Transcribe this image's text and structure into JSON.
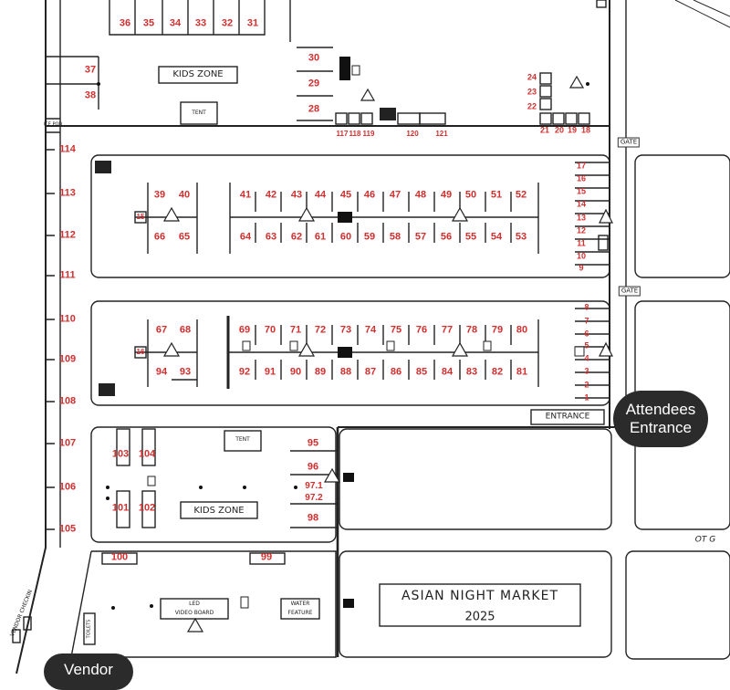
{
  "map_labels": {
    "kids_zone_top": "KIDS ZONE",
    "kids_zone_bottom": "KIDS ZONE",
    "tent_top": "TENT",
    "tent_middle": "TENT",
    "gate_top": "GATE",
    "gate_middle": "GATE",
    "entrance": "ENTRANCE",
    "led_board_line1": "LED",
    "led_board_line2": "VIDEO BOARD",
    "water_line1": "WATER",
    "water_line2": "FEATURE",
    "title_line1": "ASIAN NIGHT MARKET",
    "title_line2": "2025",
    "vendor_checkin": "VENDOR CHECKIN",
    "toilets": "TOILETS",
    "ice_pod": "ICE POD",
    "road_label": "OT G"
  },
  "callouts": {
    "attendees_line1": "Attendees",
    "attendees_line2": "Entrance",
    "vendor": "Vendor"
  },
  "booths": {
    "top_row": [
      "36",
      "35",
      "34",
      "33",
      "32",
      "31"
    ],
    "stack_30": [
      "30",
      "29",
      "28"
    ],
    "left_37_38": [
      "37",
      "38"
    ],
    "small_bottom": [
      "117",
      "118",
      "119",
      "120",
      "121"
    ],
    "right_cluster": [
      "24",
      "23",
      "22",
      "21",
      "20",
      "19",
      "18"
    ],
    "left_column": [
      "114",
      "113",
      "112",
      "111",
      "110",
      "109",
      "108",
      "107",
      "106",
      "105"
    ],
    "block1_top": [
      "39",
      "40",
      "41",
      "42",
      "43",
      "44",
      "45",
      "46",
      "47",
      "48",
      "49",
      "50",
      "51",
      "52"
    ],
    "block1_bottom": [
      "66",
      "65",
      "64",
      "63",
      "62",
      "61",
      "60",
      "59",
      "58",
      "57",
      "56",
      "55",
      "54",
      "53"
    ],
    "block1_side": "15",
    "right_column_a": [
      "17",
      "16",
      "15",
      "14",
      "13",
      "12",
      "11",
      "10",
      "9"
    ],
    "block2_top": [
      "67",
      "68",
      "69",
      "70",
      "71",
      "72",
      "73",
      "74",
      "75",
      "76",
      "77",
      "78",
      "79",
      "80"
    ],
    "block2_bottom": [
      "94",
      "93",
      "92",
      "91",
      "90",
      "89",
      "88",
      "87",
      "86",
      "85",
      "84",
      "83",
      "82",
      "81"
    ],
    "block2_side": "16",
    "right_column_b": [
      "8",
      "7",
      "6",
      "5",
      "4",
      "3",
      "2",
      "1"
    ],
    "zone_left": [
      "103",
      "104",
      "101",
      "102"
    ],
    "zone_mid": [
      "95",
      "96",
      "97.1",
      "97.2",
      "98"
    ],
    "bottom_zone": [
      "100",
      "99"
    ]
  }
}
